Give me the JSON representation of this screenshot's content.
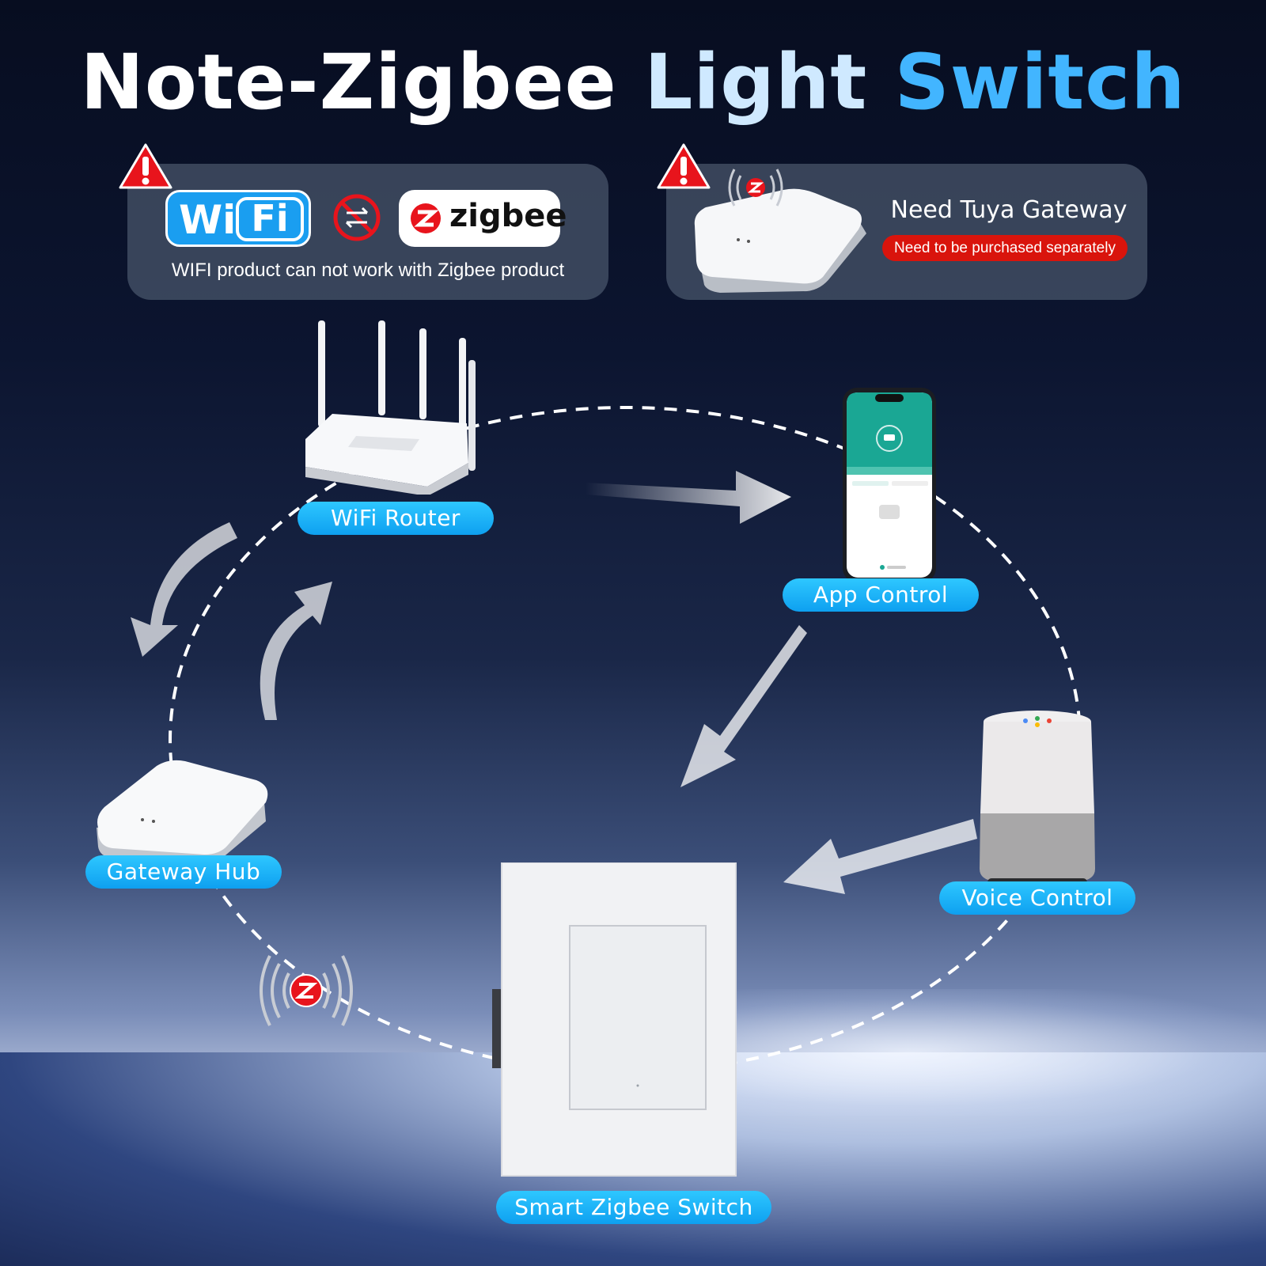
{
  "title": {
    "part1": "Note-Zigbee",
    "part2": "Light",
    "part3": "Switch"
  },
  "notice_wifi": {
    "wifi_logo_wi": "Wi",
    "wifi_logo_fi": "Fi",
    "zigbee_logo": "zigbee",
    "text": "WIFI product can not work with Zigbee product"
  },
  "notice_gateway": {
    "title": "Need Tuya Gateway",
    "subtitle": "Need to be purchased separately"
  },
  "nodes": {
    "router": "WiFi Router",
    "app": "App Control",
    "voice": "Voice Control",
    "switch": "Smart Zigbee Switch",
    "hub": "Gateway Hub"
  },
  "colors": {
    "accent_blue": "#1aaef5",
    "warning_red": "#e8141c",
    "title_blue": "#42b5ff"
  },
  "icons": [
    "warning-icon",
    "wifi-logo",
    "no-swap-icon",
    "zigbee-logo",
    "zigbee-signal-icon"
  ]
}
